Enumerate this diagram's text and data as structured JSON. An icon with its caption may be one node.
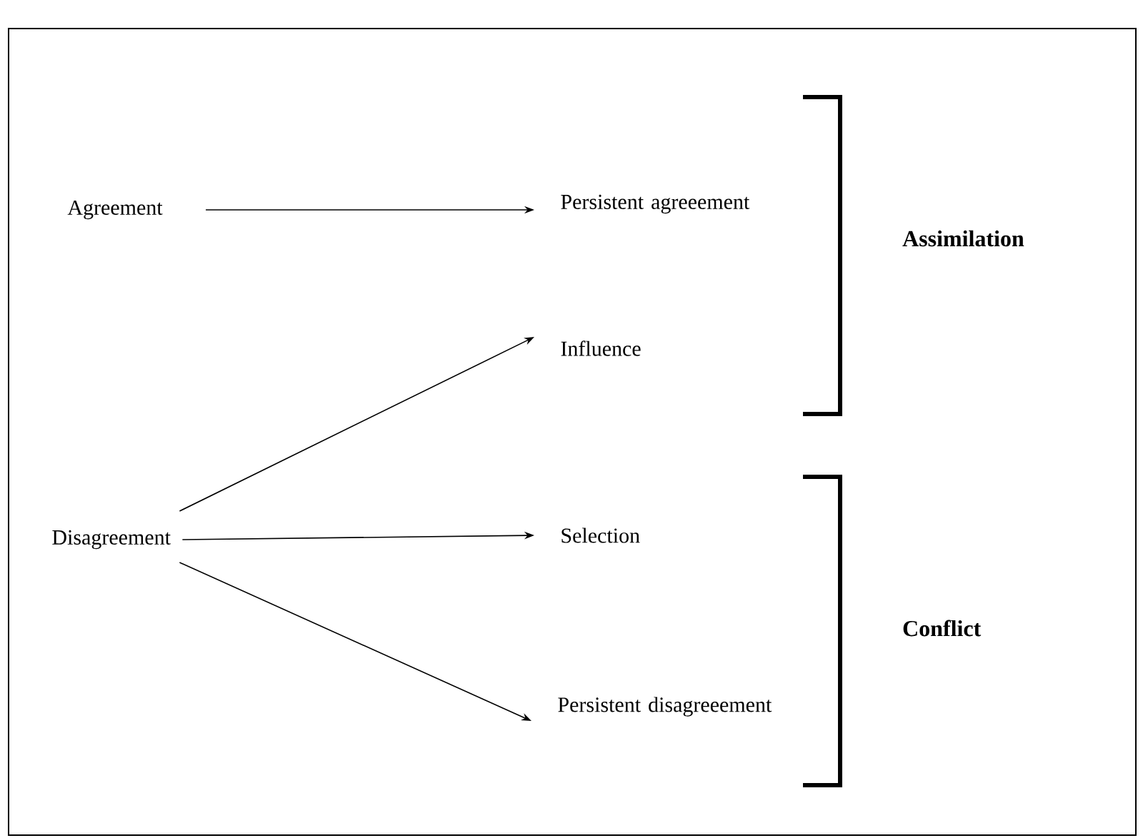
{
  "diagram": {
    "nodes": [
      {
        "text": [
          "Agreement"
        ]
      },
      {
        "text": [
          "Persistent agreeement"
        ]
      },
      {
        "text": [
          "Influence"
        ]
      },
      {
        "text": [
          "Disagreement"
        ]
      },
      {
        "text": [
          "Selection"
        ]
      },
      {
        "text": [
          "Persistent disagreeement"
        ]
      }
    ],
    "edges": [
      {
        "from": 0,
        "to": 1,
        "arrow": "to"
      },
      {
        "from": 3,
        "to": 2,
        "arrow": "to"
      },
      {
        "from": 3,
        "to": 4,
        "arrow": "to"
      },
      {
        "from": 3,
        "to": 5,
        "arrow": "to"
      }
    ],
    "labels": [
      "Assimilation",
      "Conflict"
    ]
  }
}
